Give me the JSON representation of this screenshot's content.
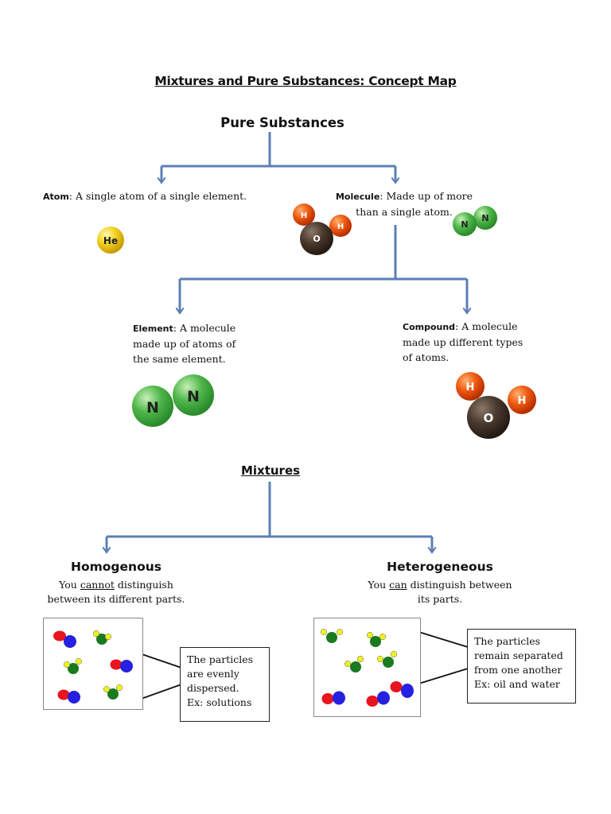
{
  "title": "Mixtures and Pure Substances: Concept Map",
  "pure_substances": {
    "heading": "Pure Substances",
    "atom": {
      "term": "Atom",
      "desc": ": A single atom of a single element."
    },
    "molecule": {
      "term": "Molecule",
      "desc_line1": ": Made up of more",
      "desc_line2": "than a single atom."
    },
    "element": {
      "term": "Element",
      "desc_line1": ": A molecule",
      "desc_line2": "made up of atoms of",
      "desc_line3": "the same element."
    },
    "compound": {
      "term": "Compound",
      "desc_line1": ": A molecule",
      "desc_line2": "made up different types",
      "desc_line3": "of atoms."
    }
  },
  "atom_labels": {
    "helium": "He",
    "hydrogen": "H",
    "oxygen": "O",
    "nitrogen": "N"
  },
  "mixtures": {
    "heading": "Mixtures",
    "homogenous": {
      "heading": "Homogenous",
      "desc_pre": "You ",
      "desc_emph": "cannot",
      "desc_post": " distinguish",
      "desc_line2": "between its different parts.",
      "callout": [
        "The particles",
        "are evenly",
        "dispersed.",
        "Ex: solutions"
      ]
    },
    "heterogeneous": {
      "heading": "Heterogeneous",
      "desc_pre": "You ",
      "desc_emph": "can",
      "desc_post": " distinguish between",
      "desc_line2": "its parts.",
      "callout": [
        "The particles",
        "remain separated",
        "from one another",
        "Ex: oil and water"
      ]
    }
  },
  "colors": {
    "connector": "#5b7fb5",
    "helium": "#f2d21e",
    "hydrogen": "#ef5a12",
    "oxygen": "#4a3a2e",
    "nitrogen": "#4fb64a",
    "particle_red": "#e8141e",
    "particle_blue": "#2620e0",
    "particle_green": "#1a7a1e",
    "particle_yellow": "#f0f020"
  }
}
